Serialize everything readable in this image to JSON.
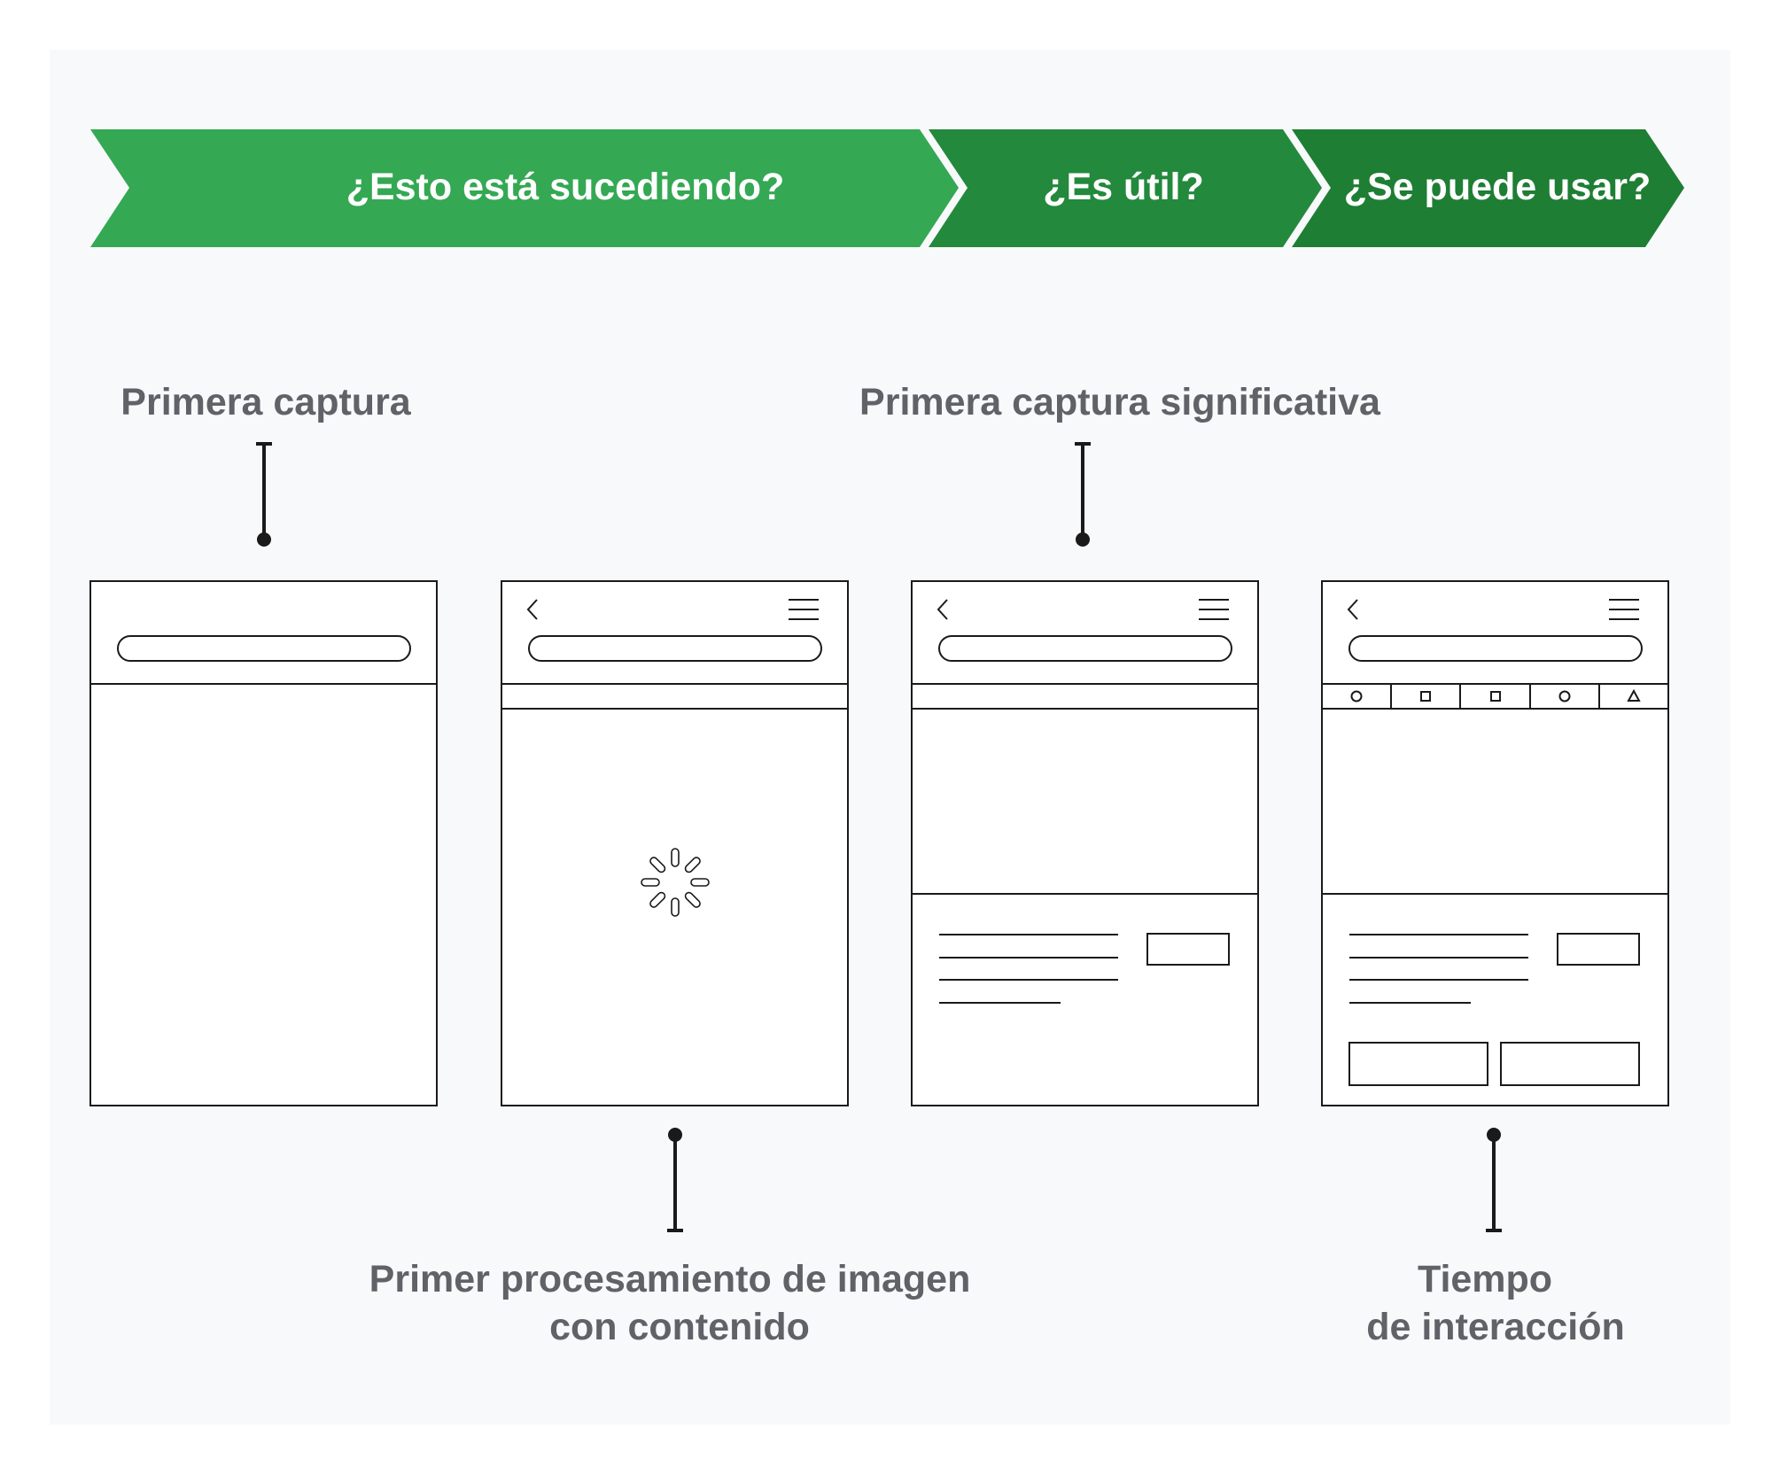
{
  "colors": {
    "background": "#f8f9fa",
    "stage_1": "#34a853",
    "stage_2": "#23893c",
    "stage_3": "#1e7e34",
    "label": "#5f6368",
    "line": "#1a1a1a"
  },
  "stages": [
    {
      "label": "¿Esto está sucediendo?"
    },
    {
      "label": "¿Es útil?"
    },
    {
      "label": "¿Se puede usar?"
    }
  ],
  "milestones": {
    "first_paint": {
      "label": "Primera captura"
    },
    "first_meaningful_paint": {
      "label": "Primera captura significativa"
    },
    "first_contentful_paint": {
      "lines": [
        "Primer procesamiento de imagen",
        "con contenido"
      ]
    },
    "time_to_interactive": {
      "lines": [
        "Tiempo",
        "de interacción"
      ]
    }
  },
  "screens": [
    {
      "state": "blank",
      "icons": []
    },
    {
      "state": "loading",
      "icons": [
        "back-chevron-icon",
        "menu-icon",
        "loading-spinner-icon"
      ]
    },
    {
      "state": "content",
      "icons": [
        "back-chevron-icon",
        "menu-icon"
      ]
    },
    {
      "state": "interactive",
      "icons": [
        "back-chevron-icon",
        "menu-icon",
        "circle-icon",
        "square-icon",
        "square-icon",
        "circle-icon",
        "triangle-icon"
      ]
    }
  ]
}
